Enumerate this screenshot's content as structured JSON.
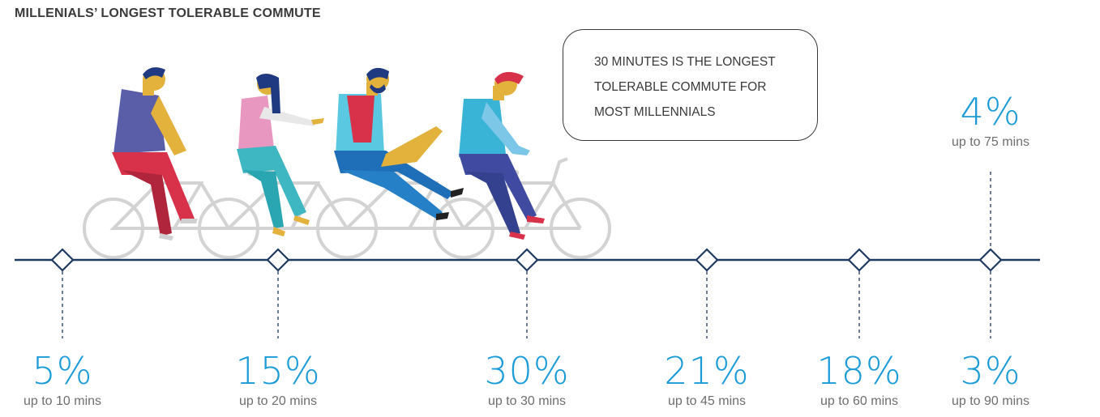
{
  "title": "MILLENIALS’ LONGEST TOLERABLE COMMUTE",
  "callout": {
    "lines": [
      "30 MINUTES IS THE LONGEST",
      "TOLERABLE COMMUTE FOR",
      "MOST MILLENNIALS"
    ]
  },
  "colors": {
    "accent": "#1a9bd7",
    "timeline": "#1f3a60",
    "label": "#6e6e6e",
    "bike": "#d3d3d3"
  },
  "chart_data": {
    "type": "timeline",
    "points": [
      {
        "value": "5%",
        "label": "up to 10 mins"
      },
      {
        "value": "15%",
        "label": "up to 20 mins"
      },
      {
        "value": "30%",
        "label": "up to 30 mins"
      },
      {
        "value": "21%",
        "label": "up to 45 mins"
      },
      {
        "value": "18%",
        "label": "up to 60 mins"
      },
      {
        "value": "4%",
        "label": "up to 75 mins"
      },
      {
        "value": "3%",
        "label": "up to 90 mins"
      }
    ]
  }
}
